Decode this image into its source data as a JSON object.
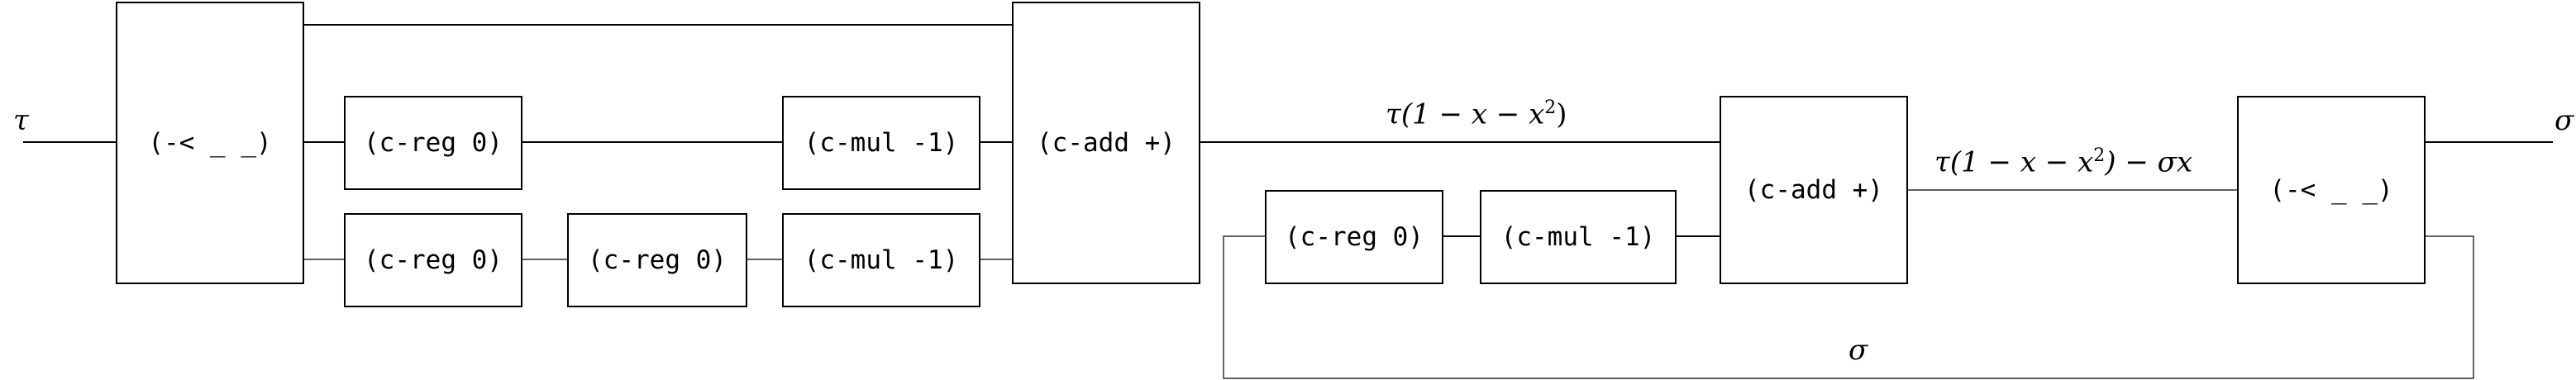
{
  "nodes": {
    "split_left": "(-< _ _)",
    "reg_top": "(c-reg 0)",
    "mul_top": "(c-mul -1)",
    "reg_bot_1": "(c-reg 0)",
    "reg_bot_2": "(c-reg 0)",
    "mul_bot": "(c-mul -1)",
    "add_left": "(c-add +)",
    "reg_fb": "(c-reg 0)",
    "mul_fb": "(c-mul -1)",
    "add_right": "(c-add +)",
    "split_right": "(-< _ _)"
  },
  "labels": {
    "input": "τ",
    "output": "σ",
    "feedback": "σ",
    "mid1_prefix": "τ",
    "mid1_body": "(1 − x − x",
    "mid1_exp": "2",
    "mid1_close": ")",
    "mid2_prefix": "τ",
    "mid2_body": "(1 − x − x",
    "mid2_exp": "2",
    "mid2_close": ") − σx"
  }
}
